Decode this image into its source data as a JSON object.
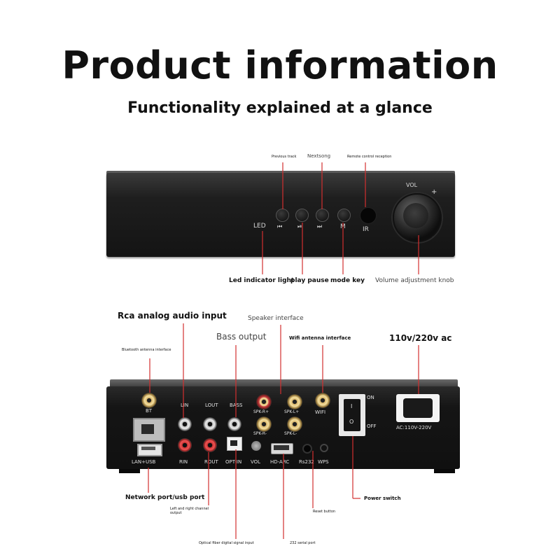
{
  "header": {
    "title": "Product information",
    "subtitle": "Functionality explained at a glance"
  },
  "front_callouts": {
    "previous_track": "Previous track",
    "next_song": "Nextsong",
    "remote_control": "Remote control reception",
    "led_indicator": "Led indicator light",
    "play_pause": "play pause",
    "mode_key": "mode key",
    "volume_knob": "Volume adjustment knob"
  },
  "front_panel": {
    "led": "LED",
    "ir": "IR",
    "vol": "VOL",
    "plus": "+",
    "minus": "-",
    "prev_symbol": "⏮",
    "play_symbol": "⏯",
    "next_symbol": "⏭",
    "mode_symbol": "M"
  },
  "rear_callouts": {
    "rca_input": "Rca analog audio input",
    "speaker_interface": "Speaker interface",
    "bass_output": "Bass output",
    "wifi_antenna": "Wifi antenna interface",
    "ac_power": "110v/220v ac",
    "bluetooth_antenna": "Bluetooth antenna interface",
    "network_usb": "Network port/usb port",
    "lr_output": "Left and right channel output",
    "power_switch": "Power switch",
    "reset_button": "Reset button",
    "optical_input": "Optical fiber digital signal input",
    "serial_port": "232 serial port"
  },
  "rear_panel": {
    "bt": "BT",
    "lin": "LIN",
    "lout": "LOUT",
    "bass": "BASS",
    "spk_r_plus": "SPK-R+",
    "spk_l_plus": "SPK-L+",
    "spk_r_minus": "SPK-R-",
    "spk_l_minus": "SPK-L-",
    "wifi": "WIFI",
    "lan_usb": "LAN+USB",
    "rin": "RIN",
    "rout": "ROUT",
    "opt_in": "OPT-IN",
    "vol": "VOL",
    "hd_arc": "HD-ARC",
    "rs232": "Rs232",
    "wps": "WPS",
    "on": "ON",
    "off": "OFF",
    "ac_rating": "AC:110V-220V",
    "switch_on": "I",
    "switch_off": "O"
  },
  "colors": {
    "callout_line": "#d32f2f",
    "device_body": "#151515"
  }
}
